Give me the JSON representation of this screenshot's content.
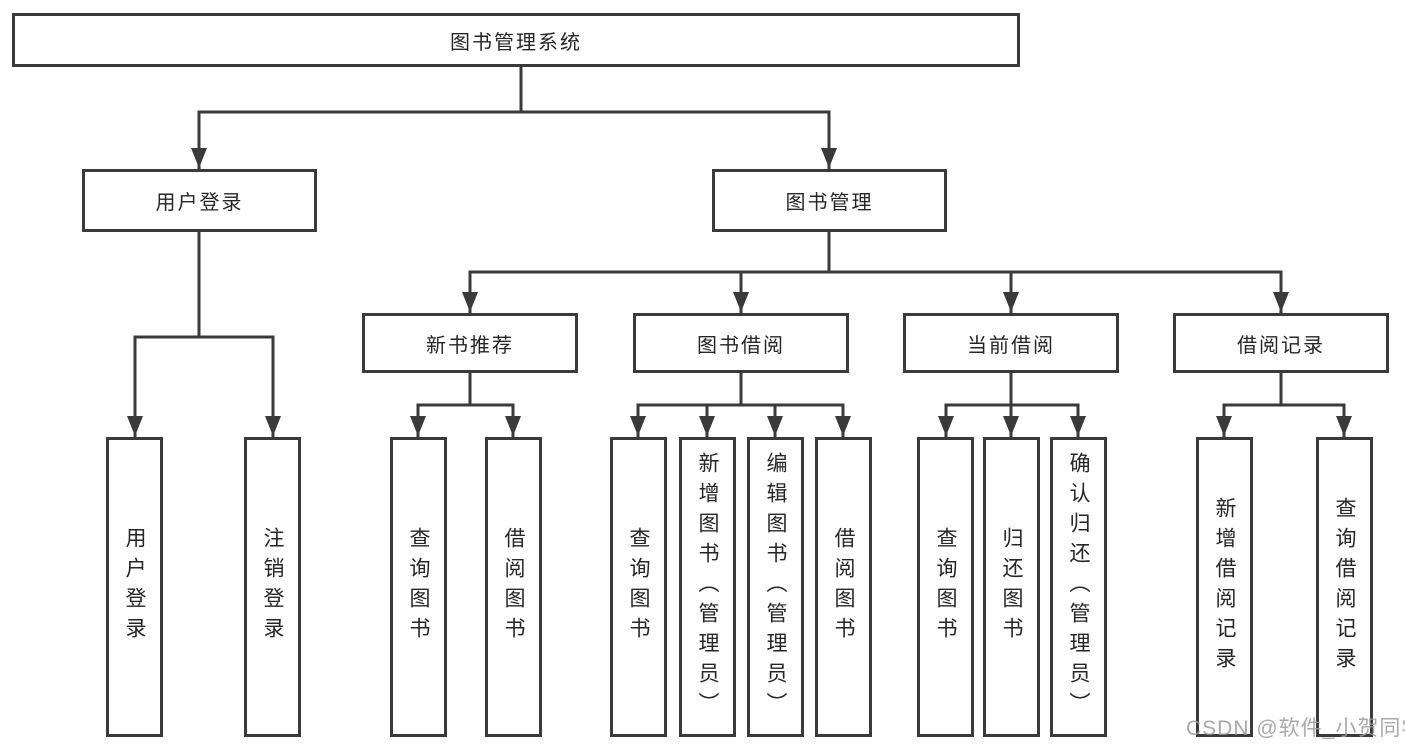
{
  "colors": {
    "line": "#3a3a3a",
    "text": "#262626",
    "background": "#ffffff",
    "watermark": "#9b9b9b"
  },
  "tree": {
    "root": {
      "label": "图书管理系统"
    },
    "branches": [
      {
        "label": "用户登录",
        "leaves": [
          {
            "label": "用户登录"
          },
          {
            "label": "注销登录"
          }
        ]
      },
      {
        "label": "图书管理",
        "groups": [
          {
            "label": "新书推荐",
            "leaves": [
              {
                "label": "查询图书"
              },
              {
                "label": "借阅图书"
              }
            ]
          },
          {
            "label": "图书借阅",
            "leaves": [
              {
                "label": "查询图书"
              },
              {
                "label": "新增图书（管理员）"
              },
              {
                "label": "编辑图书（管理员）"
              },
              {
                "label": "借阅图书"
              }
            ]
          },
          {
            "label": "当前借阅",
            "leaves": [
              {
                "label": "查询图书"
              },
              {
                "label": "归还图书"
              },
              {
                "label": "确认归还（管理员）"
              }
            ]
          },
          {
            "label": "借阅记录",
            "leaves": [
              {
                "label": "新增借阅记录"
              },
              {
                "label": "查询借阅记录"
              }
            ]
          }
        ]
      }
    ]
  },
  "watermark": "CSDN @软件_小贺同学"
}
